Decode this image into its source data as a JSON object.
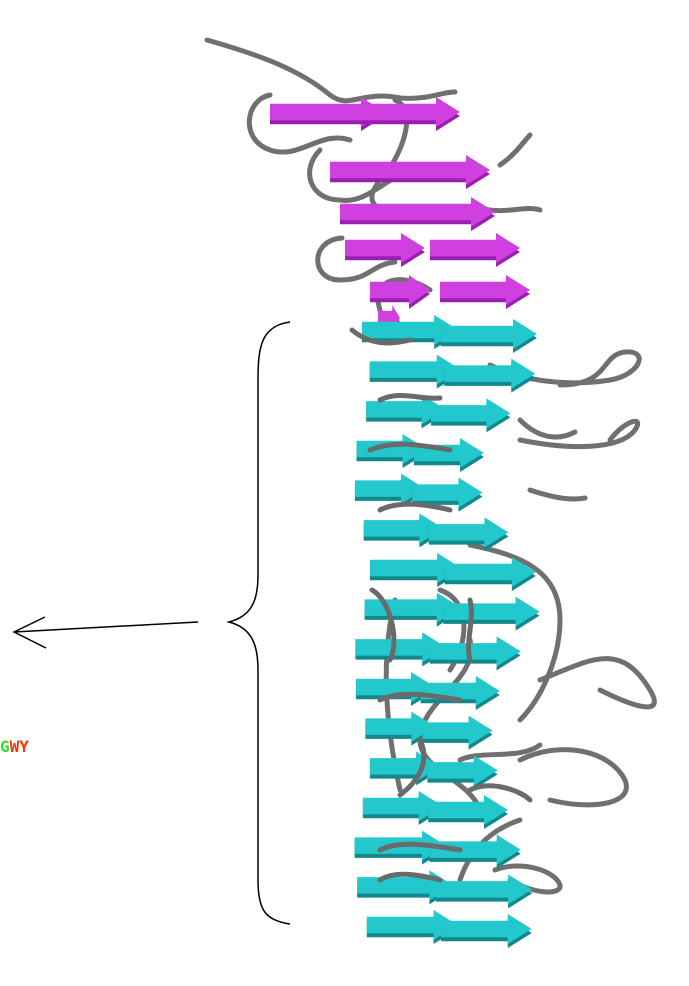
{
  "motif": {
    "letters": [
      {
        "char": "G",
        "color": "#33dd33"
      },
      {
        "char": "W",
        "color": "#ff3300"
      },
      {
        "char": "Y",
        "color": "#ff3300"
      }
    ]
  },
  "colors": {
    "n_terminal_strands": "#d040e0",
    "n_terminal_dark": "#9a1fb0",
    "repeat_strands": "#22c8cc",
    "repeat_dark": "#12888c",
    "loops": "#707070",
    "annotation_lines": "#000000"
  },
  "structure": {
    "n_terminal_layers": 5,
    "repeat_layers": 16
  }
}
